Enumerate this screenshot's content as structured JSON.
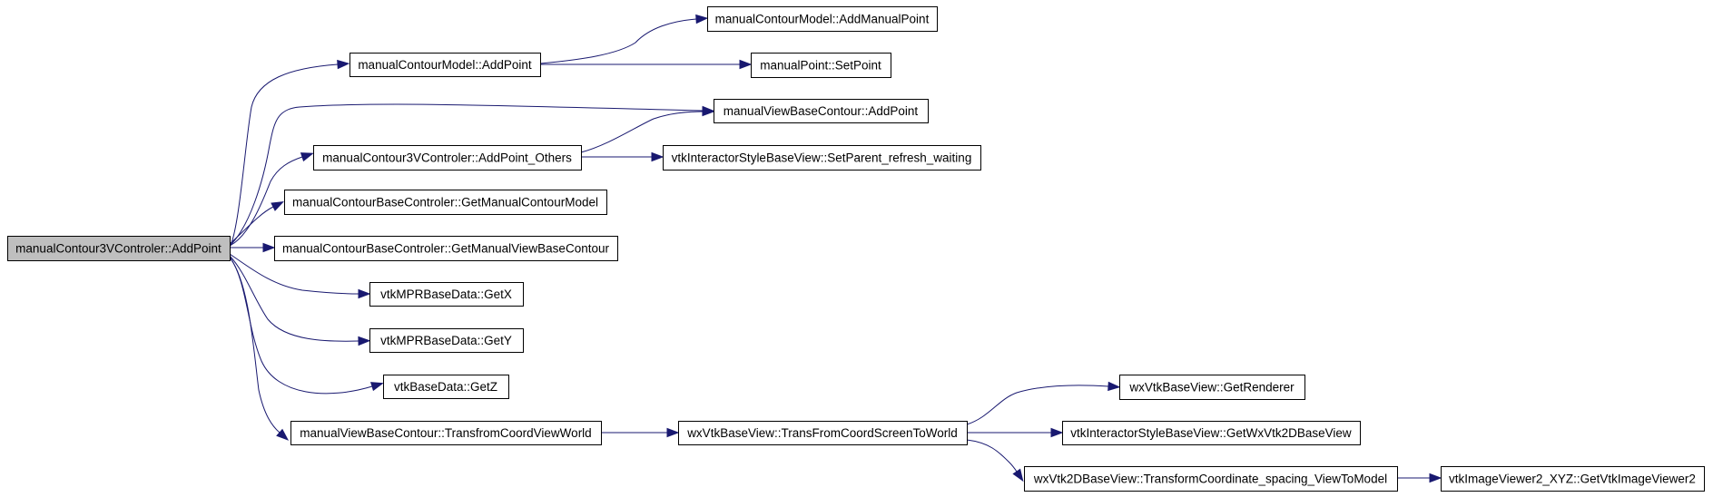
{
  "diagram": {
    "type": "call-graph",
    "nodes": [
      {
        "id": "root",
        "label": "manualContour3VControler::AddPoint",
        "highlighted": true
      },
      {
        "id": "cm_addpoint",
        "label": "manualContourModel::AddPoint"
      },
      {
        "id": "cm_addmanualpoint",
        "label": "manualContourModel::AddManualPoint"
      },
      {
        "id": "mp_setpoint",
        "label": "manualPoint::SetPoint"
      },
      {
        "id": "vbc_addpoint",
        "label": "manualViewBaseContour::AddPoint"
      },
      {
        "id": "c3v_addpoint_others",
        "label": "manualContour3VControler::AddPoint_Others"
      },
      {
        "id": "isbv_setparent",
        "label": "vtkInteractorStyleBaseView::SetParent_refresh_waiting"
      },
      {
        "id": "cbc_getmodel",
        "label": "manualContourBaseControler::GetManualContourModel"
      },
      {
        "id": "cbc_getview",
        "label": "manualContourBaseControler::GetManualViewBaseContour"
      },
      {
        "id": "mpr_getx",
        "label": "vtkMPRBaseData::GetX"
      },
      {
        "id": "mpr_gety",
        "label": "vtkMPRBaseData::GetY"
      },
      {
        "id": "bd_getz",
        "label": "vtkBaseData::GetZ"
      },
      {
        "id": "vbc_transfrom",
        "label": "manualViewBaseContour::TransfromCoordViewWorld"
      },
      {
        "id": "wxbv_transfrom",
        "label": "wxVtkBaseView::TransFromCoordScreenToWorld"
      },
      {
        "id": "wxbv_getrenderer",
        "label": "wxVtkBaseView::GetRenderer"
      },
      {
        "id": "isbv_getwx2d",
        "label": "vtkInteractorStyleBaseView::GetWxVtk2DBaseView"
      },
      {
        "id": "wx2d_transform",
        "label": "wxVtk2DBaseView::TransformCoordinate_spacing_ViewToModel"
      },
      {
        "id": "iv2_get",
        "label": "vtkImageViewer2_XYZ::GetVtkImageViewer2"
      }
    ],
    "edges": [
      {
        "from": "root",
        "to": "cm_addpoint"
      },
      {
        "from": "root",
        "to": "vbc_addpoint"
      },
      {
        "from": "root",
        "to": "c3v_addpoint_others"
      },
      {
        "from": "root",
        "to": "cbc_getmodel"
      },
      {
        "from": "root",
        "to": "cbc_getview"
      },
      {
        "from": "root",
        "to": "mpr_getx"
      },
      {
        "from": "root",
        "to": "mpr_gety"
      },
      {
        "from": "root",
        "to": "bd_getz"
      },
      {
        "from": "root",
        "to": "vbc_transfrom"
      },
      {
        "from": "cm_addpoint",
        "to": "cm_addmanualpoint"
      },
      {
        "from": "cm_addpoint",
        "to": "mp_setpoint"
      },
      {
        "from": "c3v_addpoint_others",
        "to": "vbc_addpoint"
      },
      {
        "from": "c3v_addpoint_others",
        "to": "isbv_setparent"
      },
      {
        "from": "vbc_transfrom",
        "to": "wxbv_transfrom"
      },
      {
        "from": "wxbv_transfrom",
        "to": "wxbv_getrenderer"
      },
      {
        "from": "wxbv_transfrom",
        "to": "isbv_getwx2d"
      },
      {
        "from": "wxbv_transfrom",
        "to": "wx2d_transform"
      },
      {
        "from": "wx2d_transform",
        "to": "iv2_get"
      }
    ],
    "colors": {
      "edge": "#191970",
      "node_border": "#000000",
      "node_fill": "#ffffff",
      "root_fill": "#bfbfbf"
    }
  }
}
